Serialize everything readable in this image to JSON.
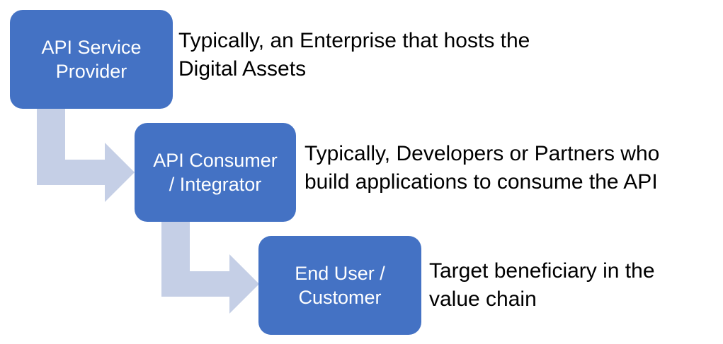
{
  "colors": {
    "box_fill": "#4472c4",
    "box_text": "#ffffff",
    "arrow_fill": "#c5cfe6",
    "desc_text": "#000000"
  },
  "steps": [
    {
      "role": [
        "API Service",
        "Provider"
      ],
      "description": [
        "Typically, an Enterprise that hosts the",
        "Digital Assets"
      ]
    },
    {
      "role": [
        "API Consumer",
        "/ Integrator"
      ],
      "description": [
        "Typically, Developers or Partners who",
        "build applications to consume the API"
      ]
    },
    {
      "role": [
        "End User /",
        "Customer"
      ],
      "description": [
        "Target beneficiary in the",
        "value chain"
      ]
    }
  ]
}
